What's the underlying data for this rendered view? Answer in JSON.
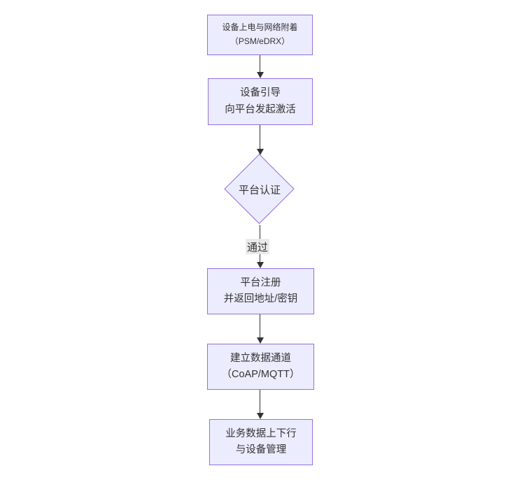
{
  "diagram": {
    "type": "flowchart",
    "direction": "top-down",
    "colors": {
      "background": "#ffffff",
      "node_fill": "#ECECFF",
      "node_border": "#9370DB",
      "text": "#333333",
      "edge": "#333333",
      "edge_label_bg": "#e8e8e8"
    },
    "nodes": [
      {
        "id": "A",
        "shape": "rect",
        "lines": [
          "设备上电与网络附着",
          "（PSM/eDRX）"
        ]
      },
      {
        "id": "B",
        "shape": "rect",
        "lines": [
          "设备引导",
          "向平台发起激活"
        ]
      },
      {
        "id": "C",
        "shape": "diamond",
        "lines": [
          "平台认证"
        ]
      },
      {
        "id": "D",
        "shape": "rect",
        "lines": [
          "平台注册",
          "并返回地址/密钥"
        ]
      },
      {
        "id": "E",
        "shape": "rect",
        "lines": [
          "建立数据通道",
          "（CoAP/MQTT）"
        ]
      },
      {
        "id": "F",
        "shape": "rect",
        "lines": [
          "业务数据上下行",
          "与设备管理"
        ]
      }
    ],
    "edges": [
      {
        "from": "A",
        "to": "B",
        "label": ""
      },
      {
        "from": "B",
        "to": "C",
        "label": ""
      },
      {
        "from": "C",
        "to": "D",
        "label": "通过"
      },
      {
        "from": "D",
        "to": "E",
        "label": ""
      },
      {
        "from": "E",
        "to": "F",
        "label": ""
      }
    ]
  }
}
